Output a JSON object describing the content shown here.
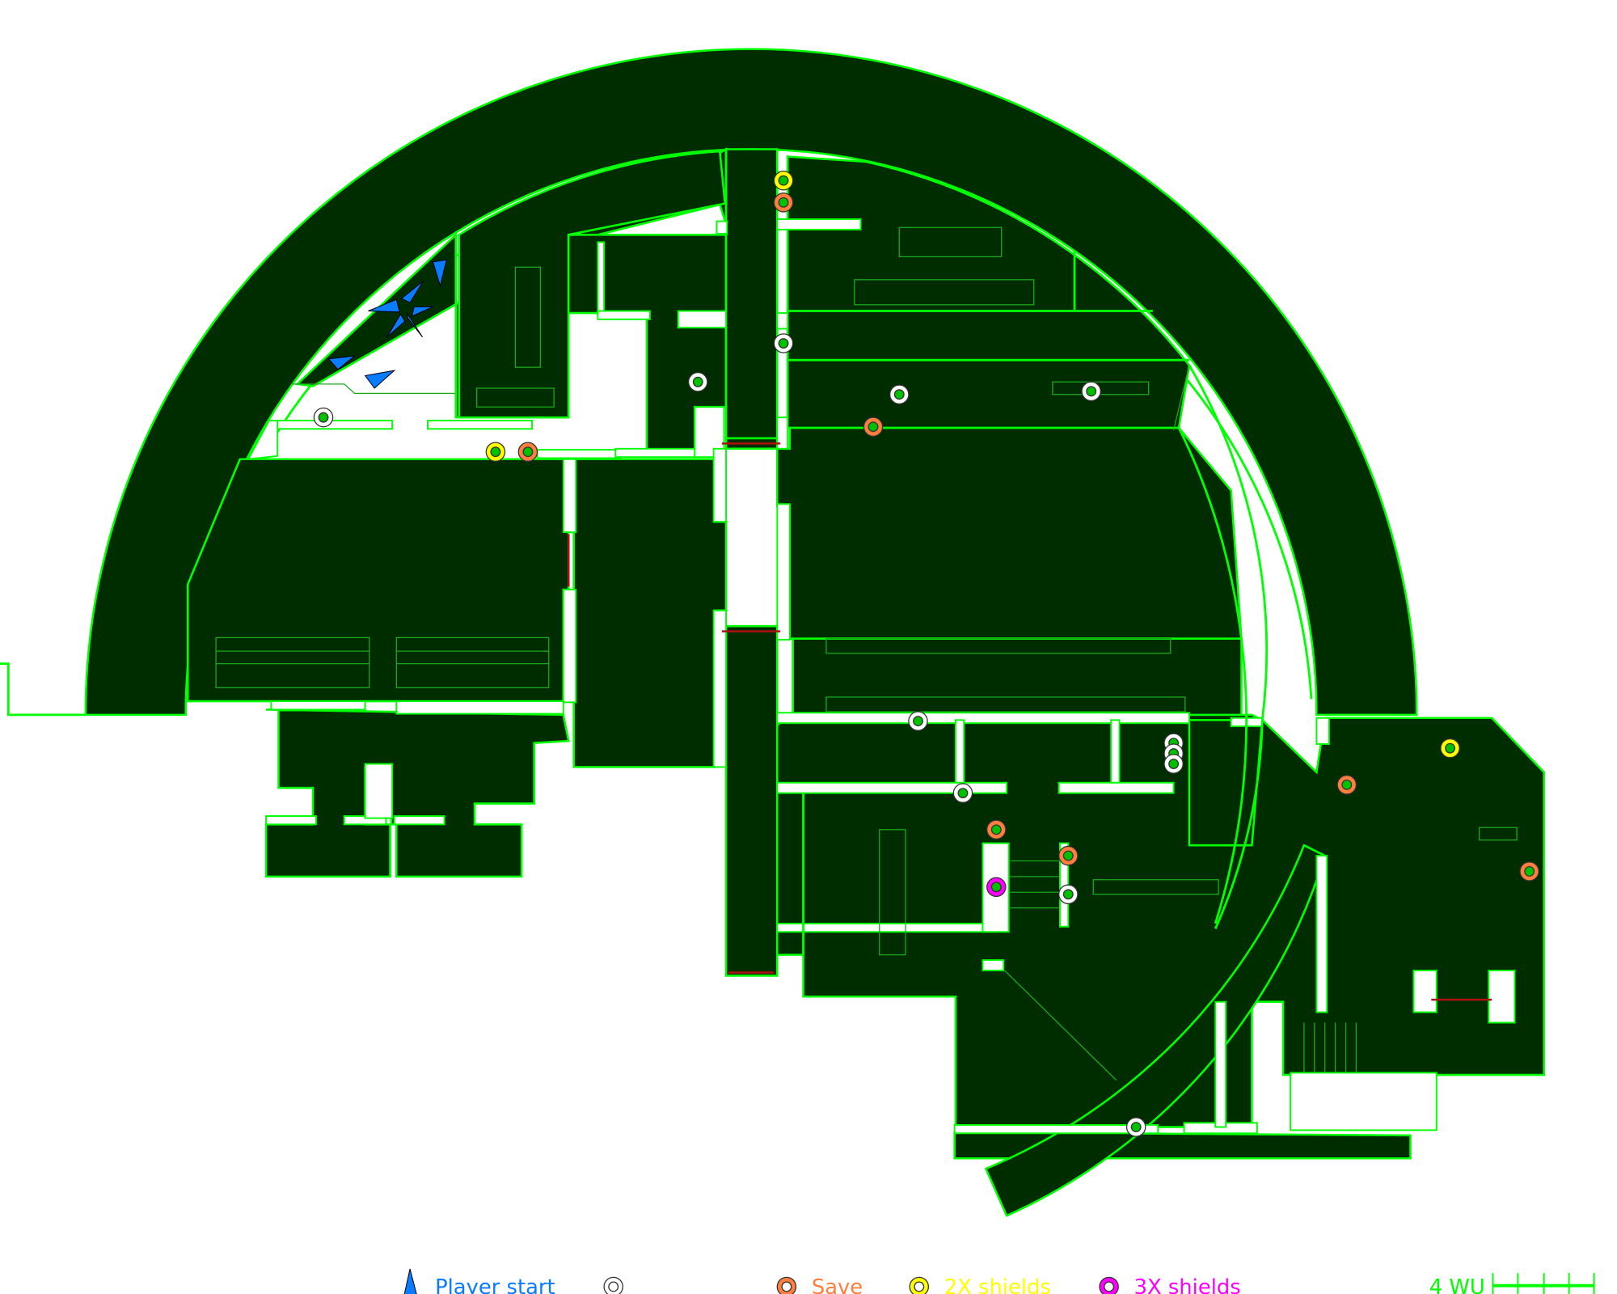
{
  "legend": {
    "player_start": {
      "label": "Player start",
      "color": "#0a7cff",
      "icon": "player-start-triangle-icon"
    },
    "item": {
      "label": "",
      "color": "#ffffff",
      "icon": "item-ring-icon"
    },
    "save": {
      "label": "Save",
      "color": "#ff7f3f",
      "icon": "save-ring-icon"
    },
    "shields_2x": {
      "label": "2X shields",
      "color": "#ffff00",
      "icon": "2x-shield-ring-icon"
    },
    "shields_3x": {
      "label": "3X shields",
      "color": "#ff00ff",
      "icon": "3x-shield-ring-icon"
    },
    "scale": {
      "label": "4 WU",
      "color": "#00ff00",
      "units": 4
    }
  },
  "colors": {
    "floor": "#002d00",
    "wall": "#00ff00",
    "background": "#ffffff"
  }
}
